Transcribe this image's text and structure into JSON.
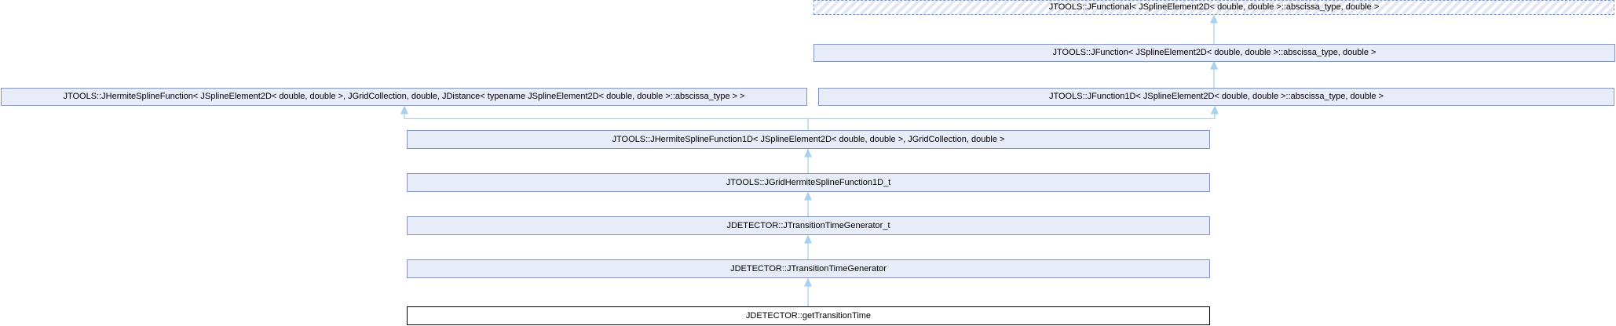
{
  "diagram": {
    "kind": "class-inheritance-graph",
    "nodes": {
      "jfunctional": {
        "label": "JTOOLS::JFunctional< JSplineElement2D< double, double >::abscissa_type, double >",
        "style": "template-dashed"
      },
      "jfunction": {
        "label": "JTOOLS::JFunction< JSplineElement2D< double, double >::abscissa_type, double >",
        "style": "class-box"
      },
      "jhermitesplinefunction": {
        "label": "JTOOLS::JHermiteSplineFunction< JSplineElement2D< double, double >, JGridCollection, double, JDistance< typename JSplineElement2D< double, double >::abscissa_type > >",
        "style": "class-box"
      },
      "jfunction1d": {
        "label": "JTOOLS::JFunction1D< JSplineElement2D< double, double >::abscissa_type, double >",
        "style": "class-box"
      },
      "jhermitesplinefunction1d": {
        "label": "JTOOLS::JHermiteSplineFunction1D< JSplineElement2D< double, double >, JGridCollection, double >",
        "style": "class-box"
      },
      "jgridhermitesplinefunction1d_t": {
        "label": "JTOOLS::JGridHermiteSplineFunction1D_t",
        "style": "class-box"
      },
      "jtransitiontimegenerator_t": {
        "label": "JDETECTOR::JTransitionTimeGenerator_t",
        "style": "class-box"
      },
      "jtransitiontimegenerator": {
        "label": "JDETECTOR::JTransitionTimeGenerator",
        "style": "class-box"
      },
      "gettransitiontime": {
        "label": "JDETECTOR::getTransitionTime",
        "style": "current-entity"
      }
    },
    "edges": [
      {
        "from": "jfunction",
        "to": "jfunctional"
      },
      {
        "from": "jfunction1d",
        "to": "jfunction"
      },
      {
        "from": "jhermitesplinefunction1d",
        "to": "jhermitesplinefunction"
      },
      {
        "from": "jhermitesplinefunction1d",
        "to": "jfunction1d"
      },
      {
        "from": "jgridhermitesplinefunction1d_t",
        "to": "jhermitesplinefunction1d"
      },
      {
        "from": "jtransitiontimegenerator_t",
        "to": "jgridhermitesplinefunction1d_t"
      },
      {
        "from": "jtransitiontimegenerator",
        "to": "jtransitiontimegenerator_t"
      },
      {
        "from": "gettransitiontime",
        "to": "jtransitiontimegenerator"
      }
    ],
    "colors": {
      "node_fill": "#e8ecf8",
      "node_border": "#8495c2",
      "hatch_stripe": "#e3e7f4",
      "arrow": "#a6d2ee",
      "current_border": "#000000",
      "text": "#000000",
      "background": "#ffffff"
    }
  }
}
